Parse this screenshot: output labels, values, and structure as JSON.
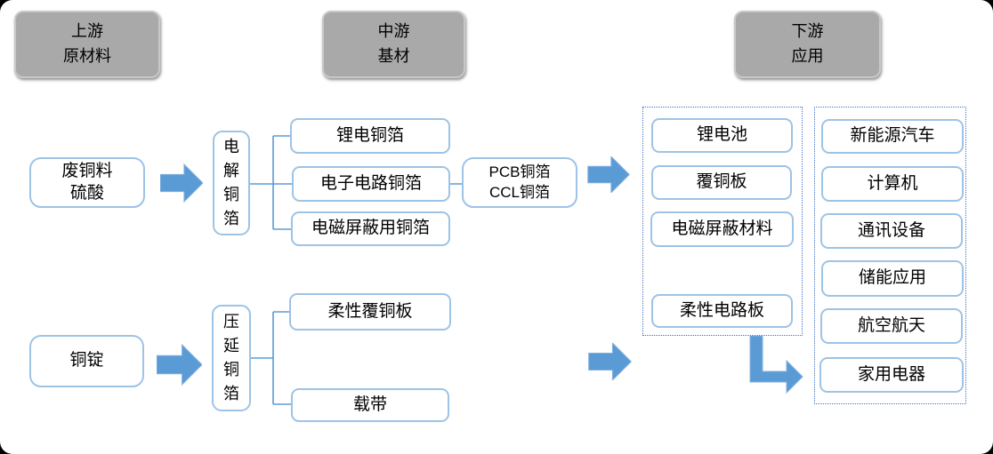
{
  "colors": {
    "canvas_bg": "#FFFFFF",
    "frame_bg": "#000000",
    "header_fill": "#A9A9A9",
    "header_border": "#C8C8C8",
    "box_border": "#9DC3E6",
    "connector": "#5B9BD5",
    "dashed_border": "#4472C4",
    "arrow_fill": "#5B9BD5",
    "arrow_edge": "#84B1DE",
    "text": "#000000"
  },
  "stages": {
    "upstream": "上游\n原材料",
    "midstream": "中游\n基材",
    "downstream": "下游\n应用"
  },
  "electrolytic_flow": {
    "source": "废铜料\n硫酸",
    "process": "电解铜箔",
    "products": [
      "锂电铜箔",
      "电子电路铜箔",
      "电磁屏蔽用铜箔"
    ],
    "derived": "PCB铜箔\nCCL铜箔"
  },
  "rolled_flow": {
    "source": "铜锭",
    "process": "压延铜箔",
    "products": [
      "柔性覆铜板",
      "载带"
    ]
  },
  "downstream_materials": [
    "锂电池",
    "覆铜板",
    "电磁屏蔽材料",
    "柔性电路板"
  ],
  "downstream_applications": [
    "新能源汽车",
    "计算机",
    "通讯设备",
    "储能应用",
    "航空航天",
    "家用电器"
  ]
}
